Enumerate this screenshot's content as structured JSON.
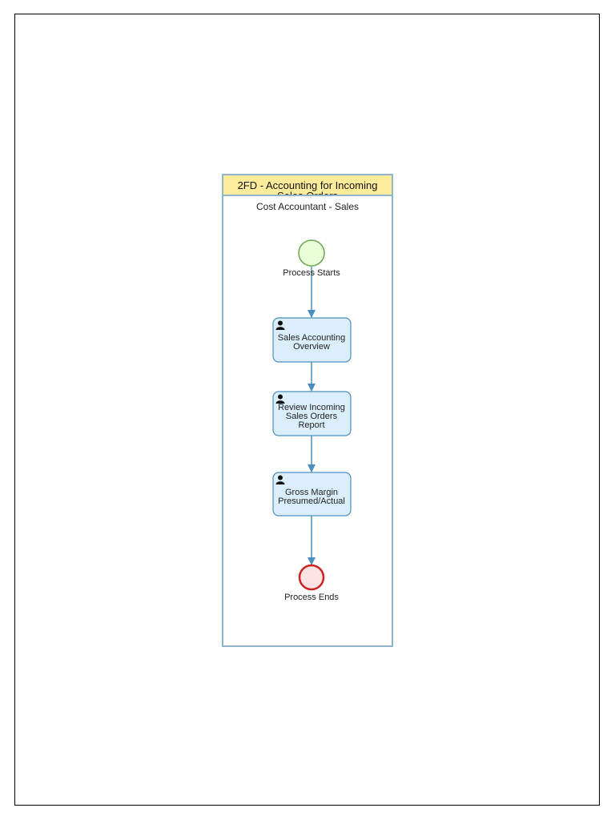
{
  "diagram": {
    "pool_title_lines": [
      "2FD - Accounting for Incoming",
      "Sales Orders"
    ],
    "lane_title": "Cost Accountant - Sales",
    "start_event": {
      "label": "Process Starts"
    },
    "tasks": [
      {
        "lines": [
          "Sales Accounting",
          "Overview"
        ],
        "icon": "user-icon"
      },
      {
        "lines": [
          "Review Incoming",
          "Sales Orders",
          "Report"
        ],
        "icon": "user-icon"
      },
      {
        "lines": [
          "Gross Margin",
          "Presumed/Actual"
        ],
        "icon": "user-icon"
      }
    ],
    "end_event": {
      "label": "Process Ends"
    },
    "colors": {
      "pool_border": "#8fb4cc",
      "header_fill": "#fdec9a",
      "task_fill": "#dbeefc",
      "task_border": "#4a8fbd",
      "arrow": "#4a8fbd",
      "start_fill": "#eaffd8",
      "start_stroke": "#6aa84f",
      "end_fill": "#fde3e3",
      "end_stroke": "#cc2222"
    }
  }
}
